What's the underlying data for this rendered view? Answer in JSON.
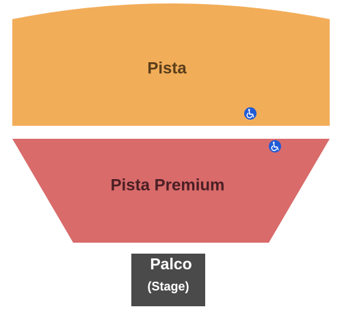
{
  "sections": [
    {
      "id": "pista",
      "label": "Pista",
      "color": "#f2ad59",
      "label_color": "#5a3e1a",
      "accessible": true
    },
    {
      "id": "pista-premium",
      "label": "Pista Premium",
      "color": "#d96b6b",
      "label_color": "#4a1f23",
      "accessible": true
    }
  ],
  "stage": {
    "title": "Palco",
    "subtitle": "(Stage)",
    "color": "#4a4a4a",
    "text_color": "#ffffff"
  },
  "accessibility_icon": {
    "name": "wheelchair-icon",
    "color": "#1f5bd6"
  }
}
